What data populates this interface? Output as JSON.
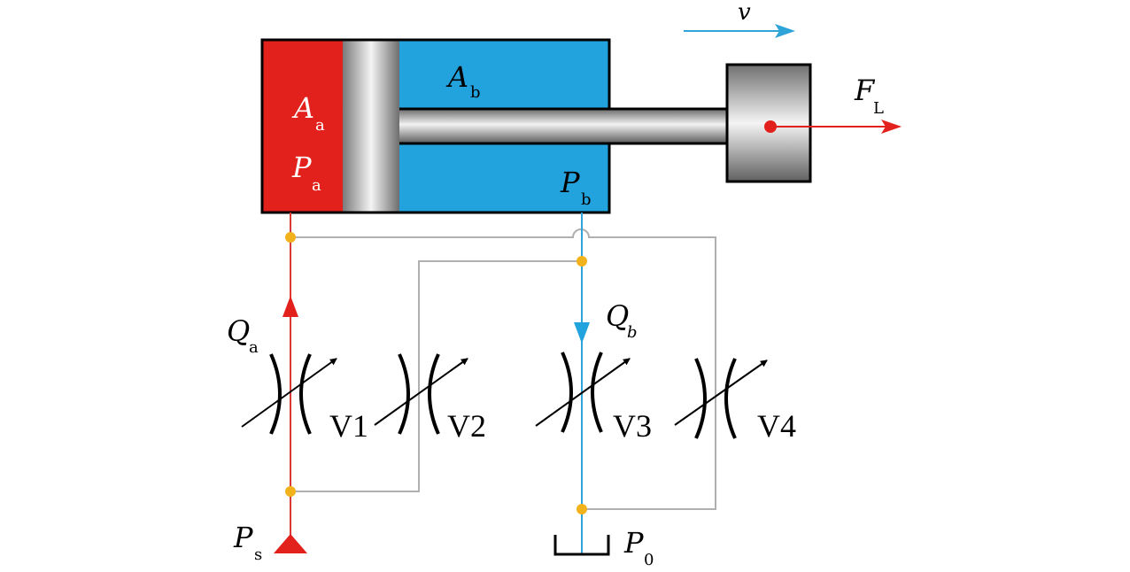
{
  "labels": {
    "velocity": "v",
    "area_a": {
      "main": "A",
      "sub": "a"
    },
    "area_b": {
      "main": "A",
      "sub": "b"
    },
    "pressure_a": {
      "main": "P",
      "sub": "a"
    },
    "pressure_b": {
      "main": "P",
      "sub": "b"
    },
    "load_force": {
      "main": "F",
      "sub": "L"
    },
    "flow_a": {
      "main": "Q",
      "sub": "a"
    },
    "flow_b": {
      "main": "Q",
      "sub": "b"
    },
    "supply_pressure": {
      "main": "P",
      "sub": "s"
    },
    "tank_pressure": {
      "main": "P",
      "sub": "0"
    }
  },
  "valves": [
    {
      "id": "v1",
      "label": "V1"
    },
    {
      "id": "v2",
      "label": "V2"
    },
    {
      "id": "v3",
      "label": "V3"
    },
    {
      "id": "v4",
      "label": "V4"
    }
  ],
  "colors": {
    "chamber_a": "#e3211c",
    "chamber_b": "#23a3de",
    "line_a": "#d93a35",
    "line_b": "#2fa4d9",
    "bypass_line": "#b0b0b0",
    "junction": "#f2b21c",
    "outline": "#000000"
  }
}
